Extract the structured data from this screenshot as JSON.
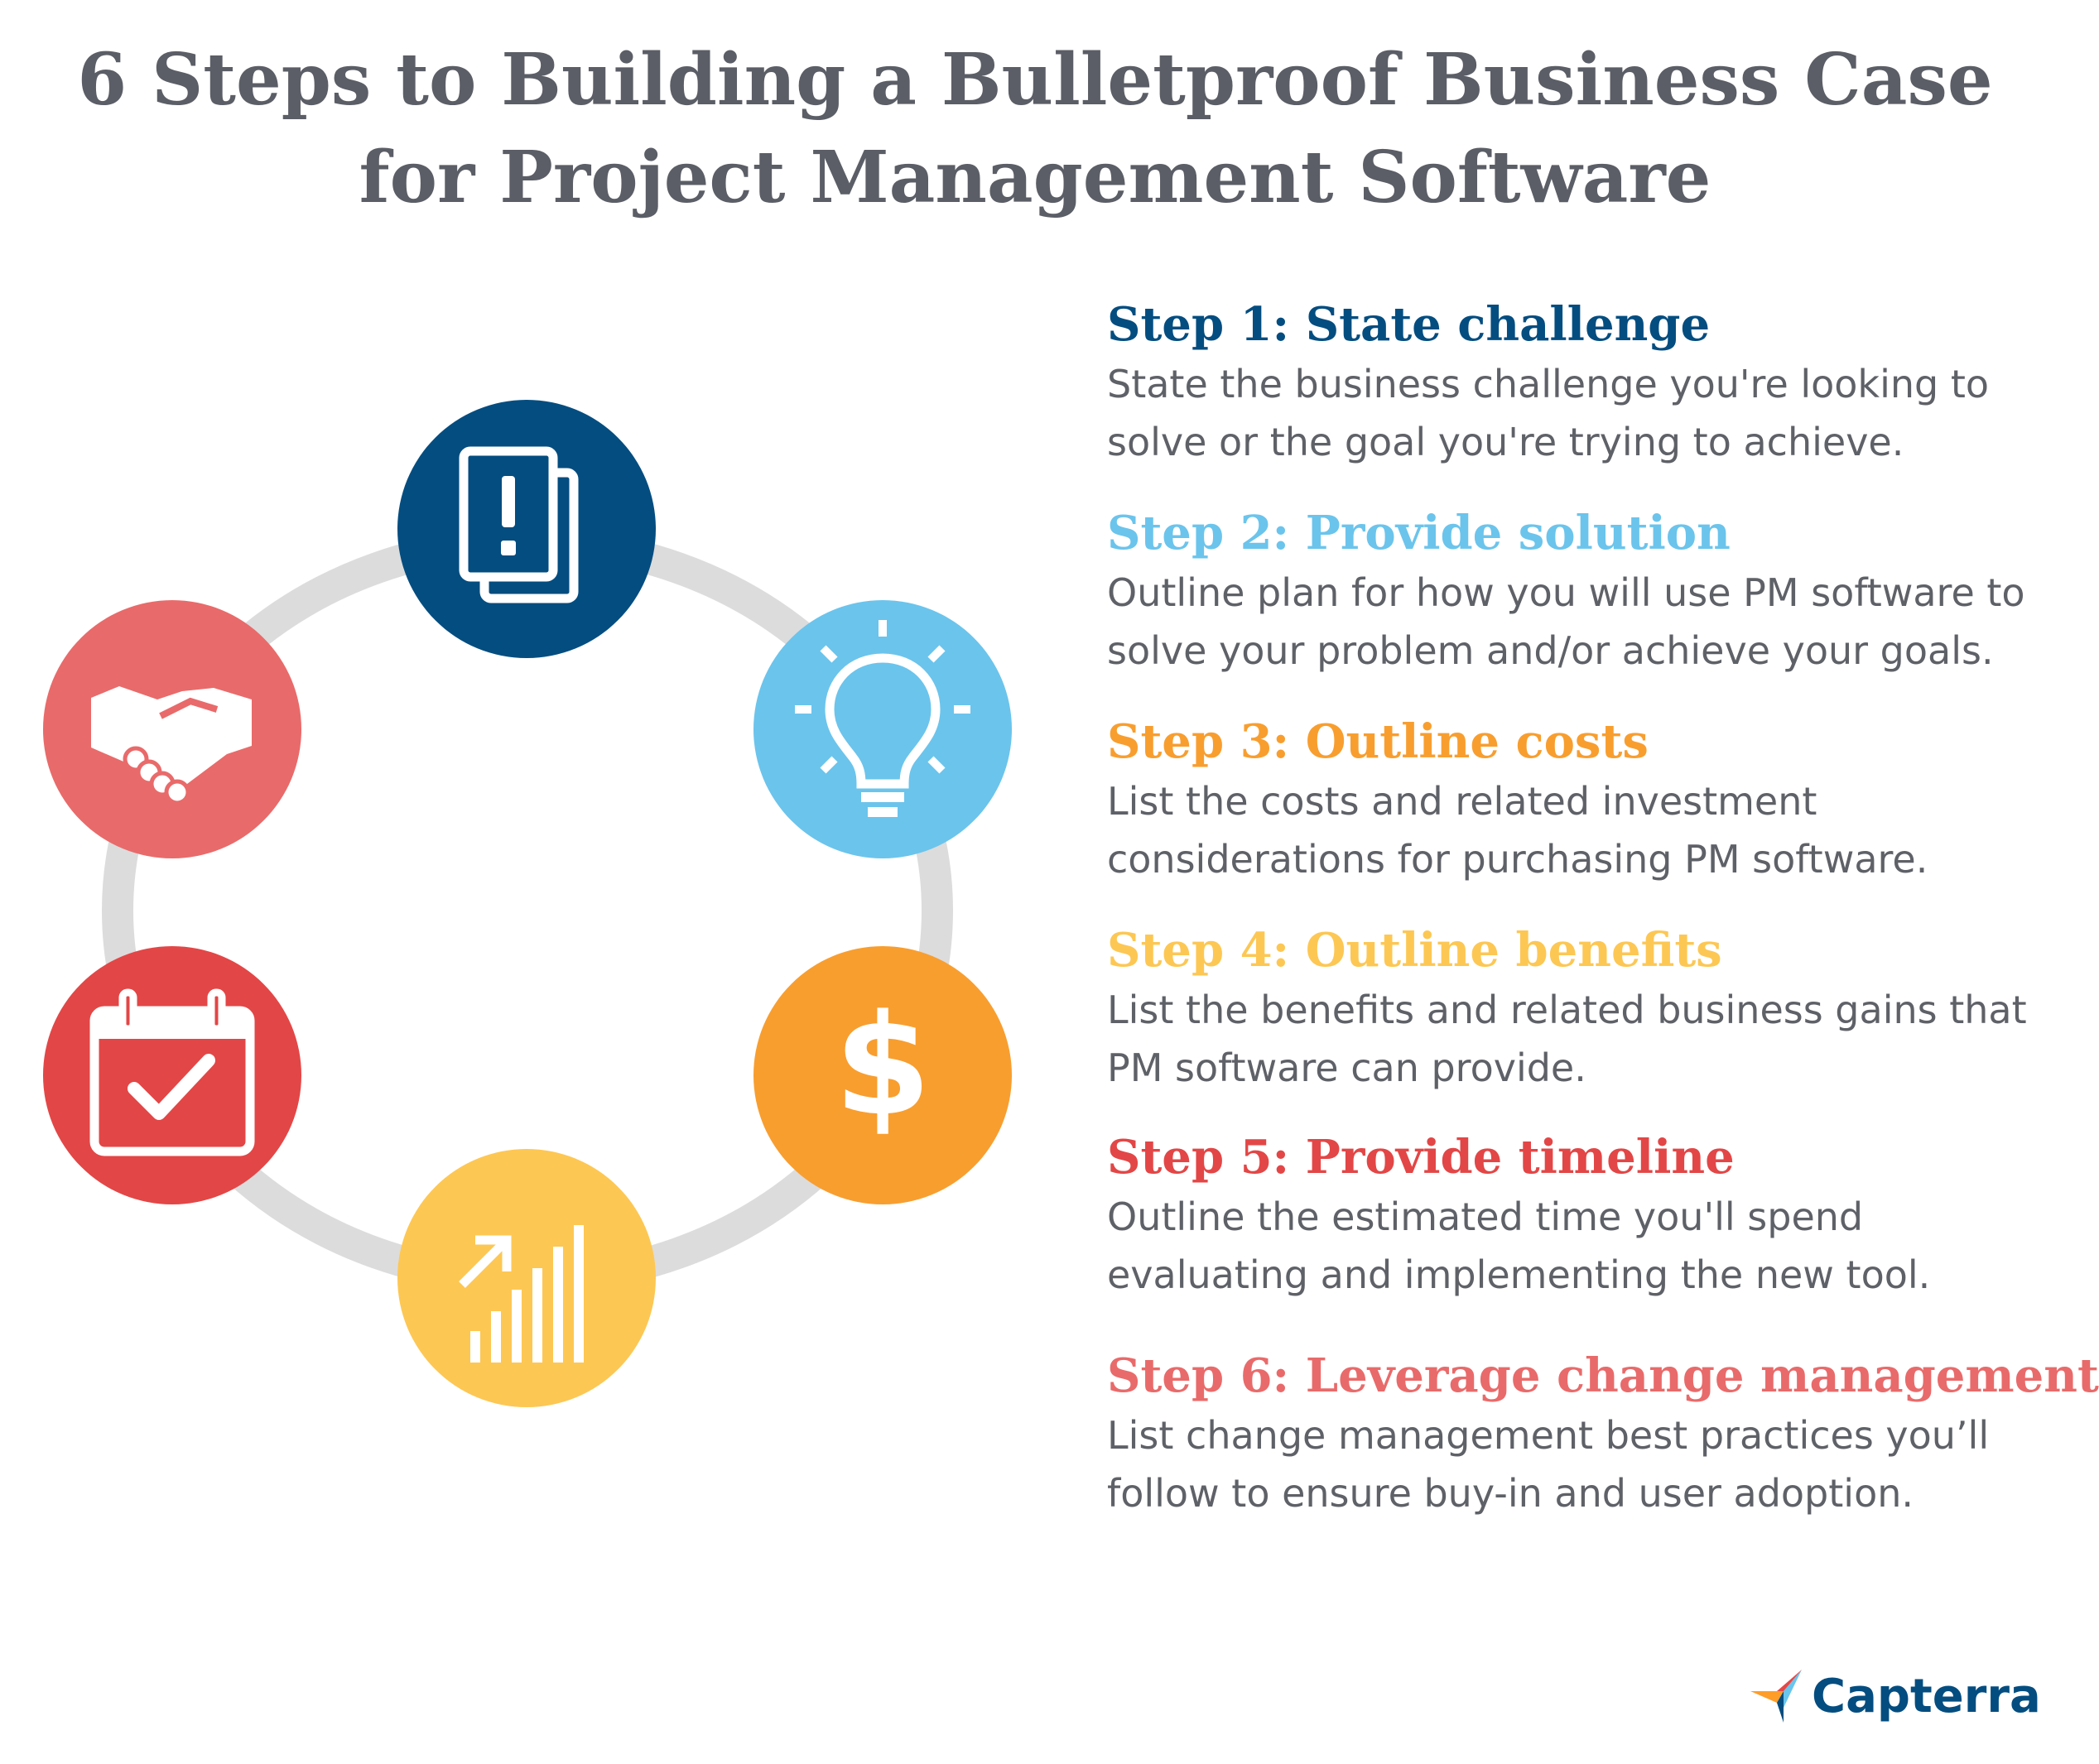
{
  "title": {
    "line1": "6 Steps to Building a Bulletproof Business Case",
    "line2": "for Project Management Software"
  },
  "colors": {
    "title": "#5b5e66",
    "ring": "#dcdcdc",
    "step1": "#044d80",
    "step2": "#6bc4ec",
    "step3": "#f89e2f",
    "step4": "#fdc753",
    "step5": "#e34646",
    "step6": "#e96a6a",
    "body_text": "#5f6168"
  },
  "nodes": [
    {
      "icon": "warning-document-icon",
      "color": "#044d80"
    },
    {
      "icon": "lightbulb-icon",
      "color": "#6bc4ec"
    },
    {
      "icon": "dollar-icon",
      "color": "#f89e2f"
    },
    {
      "icon": "growth-chart-icon",
      "color": "#fdc753"
    },
    {
      "icon": "calendar-check-icon",
      "color": "#e34646"
    },
    {
      "icon": "handshake-icon",
      "color": "#e96a6a"
    }
  ],
  "steps": [
    {
      "title": "Step 1: State challenge",
      "desc_line1": "State the business challenge you're looking to",
      "desc_line2": "solve or the goal you're trying to achieve."
    },
    {
      "title": "Step 2: Provide solution",
      "desc_line1": "Outline plan for how you will use PM software to",
      "desc_line2": "solve your problem and/or achieve your goals."
    },
    {
      "title": "Step 3: Outline costs",
      "desc_line1": "List the costs and related investment",
      "desc_line2": "considerations for purchasing PM software."
    },
    {
      "title": "Step 4: Outline benefits",
      "desc_line1": "List the benefits and related business gains that",
      "desc_line2": "PM software can provide."
    },
    {
      "title": "Step 5: Provide timeline",
      "desc_line1": "Outline the estimated time you'll spend",
      "desc_line2": "evaluating and implementing the new tool."
    },
    {
      "title": "Step 6: Leverage change management",
      "desc_line1": "List change management best practices you’ll",
      "desc_line2": "follow to ensure buy-in and user adoption."
    }
  ],
  "logo": {
    "text": "Capterra",
    "icon": "capterra-arrow-icon"
  }
}
